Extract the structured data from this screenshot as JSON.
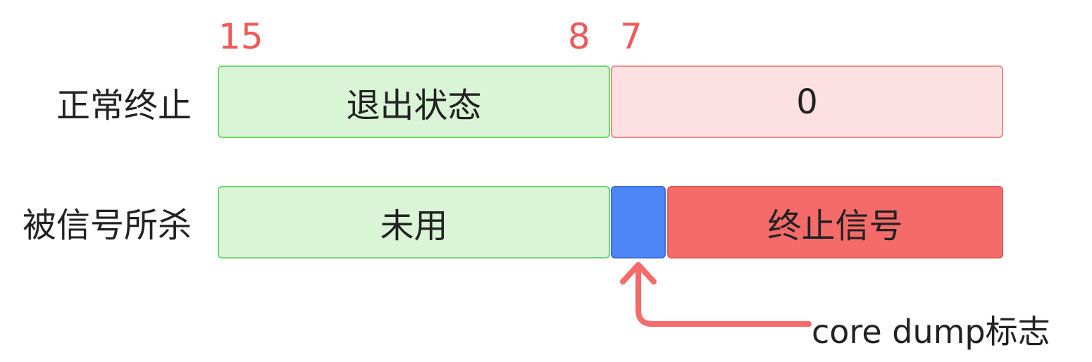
{
  "bit_labels": {
    "bit15": "15",
    "bit8": "8",
    "bit7": "7"
  },
  "rows": {
    "normal": {
      "label": "正常终止",
      "high_field": "退出状态",
      "low_field": "0"
    },
    "signaled": {
      "label": "被信号所杀",
      "high_field": "未用",
      "low_field": "终止信号"
    }
  },
  "annotation": {
    "core_dump": "core dump标志"
  },
  "colors": {
    "bit_label": "#f0585a",
    "green_fill": "#d9f5d6",
    "green_border": "#6cd86e",
    "pink_fill": "#fde1e2",
    "pink_border": "#f18a8b",
    "blue_fill": "#4f86f7",
    "red_fill": "#f46b69",
    "arrow": "#f46b69"
  }
}
